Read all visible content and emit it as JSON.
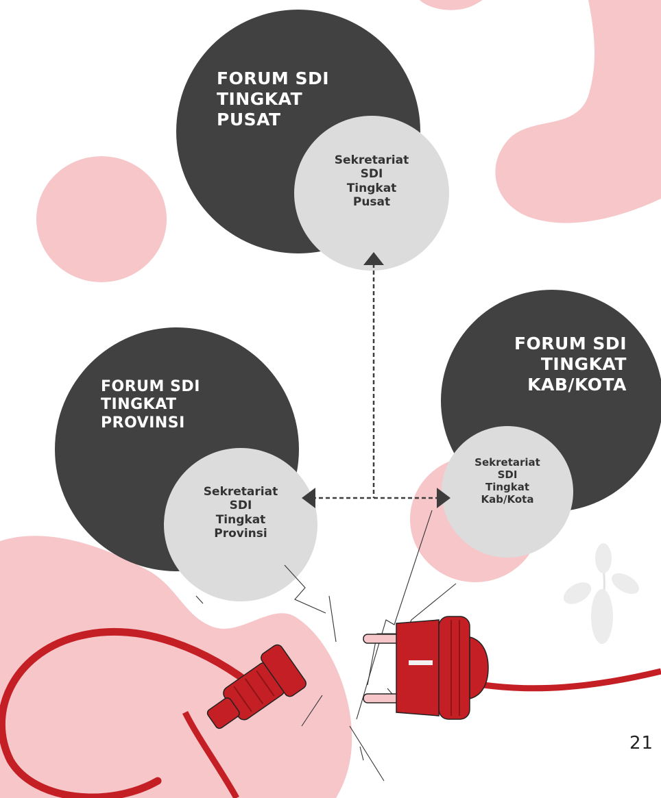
{
  "colors": {
    "pink_blob": "#f6c6c9",
    "dark_circle": "#414141",
    "light_circle": "#dcdcdc",
    "plug_red": "#c41f24",
    "connector": "#3c3c3c"
  },
  "nodes": {
    "pusat": {
      "forum_lines": [
        "FORUM SDI",
        "TINGKAT",
        "PUSAT"
      ],
      "secretariat_lines": [
        "Sekretariat",
        "SDI",
        "Tingkat",
        "Pusat"
      ]
    },
    "provinsi": {
      "forum_lines": [
        "FORUM SDI",
        "TINGKAT",
        "PROVINSI"
      ],
      "secretariat_lines": [
        "Sekretariat",
        "SDI",
        "Tingkat",
        "Provinsi"
      ]
    },
    "kabkota": {
      "forum_lines": [
        "FORUM SDI",
        "TINGKAT",
        "KAB/KOTA"
      ],
      "secretariat_lines": [
        "Sekretariat",
        "SDI",
        "Tingkat",
        "Kab/Kota"
      ]
    }
  },
  "icons": [
    "leaf-icon",
    "plug-left-icon",
    "plug-right-icon",
    "spark-lines-icon"
  ],
  "page_number": "21"
}
